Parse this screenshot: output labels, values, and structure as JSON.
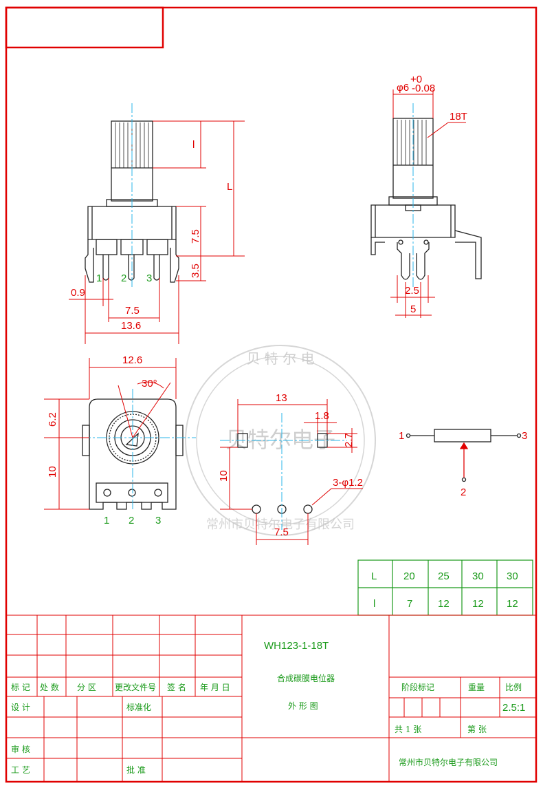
{
  "drawing": {
    "title_box_label": "",
    "front_view": {
      "dims": {
        "l": "l",
        "L": "L",
        "d75": "7.5",
        "d35": "3.5",
        "d09": "0.9",
        "pitch": "7.5",
        "width": "13.6"
      },
      "pins": [
        "1",
        "2",
        "3"
      ]
    },
    "side_view": {
      "shaft_dia": "φ6",
      "tol_upper": "+0",
      "tol_lower": "-0.08",
      "knurl": "18T",
      "d25": "2.5",
      "d5": "5"
    },
    "bottom_view": {
      "width": "12.6",
      "angle": "30°",
      "d62": "6.2",
      "d10": "10",
      "pins": [
        "1",
        "2",
        "3"
      ]
    },
    "pcb_layout": {
      "d13": "13",
      "d18": "1.8",
      "d27": "2.7",
      "d10": "10",
      "holes": "3-φ1.2",
      "pitch": "7.5"
    },
    "schematic": {
      "pin1": "1",
      "pin2": "2",
      "pin3": "3"
    },
    "length_table": {
      "header_L": "L",
      "header_l": "l",
      "L_values": [
        "20",
        "25",
        "30",
        "30"
      ],
      "l_values": [
        "7",
        "12",
        "12",
        "12"
      ]
    },
    "watermark": {
      "center": "贝特尔电子",
      "ring_top": "贝 特 尔 电",
      "ring_bottom": "常州市贝特尔电子有限公司"
    },
    "title_block": {
      "headers": [
        "标 记",
        "处 数",
        "分 区",
        "更改文件号",
        "签 名",
        "年 月 日"
      ],
      "design": "设 计",
      "standard": "标准化",
      "review": "审 核",
      "process": "工 艺",
      "approve": "批 准",
      "model": "WH123-1-18T",
      "name": "合成碳膜电位器",
      "view_name": "外  形  图",
      "stage_mark": "阶段标记",
      "weight": "重量",
      "scale": "比例",
      "scale_value": "2.5:1",
      "total_sheets": "共  1  张",
      "sheet_no": "第        张",
      "company": "常州市贝特尔电子有限公司"
    }
  }
}
